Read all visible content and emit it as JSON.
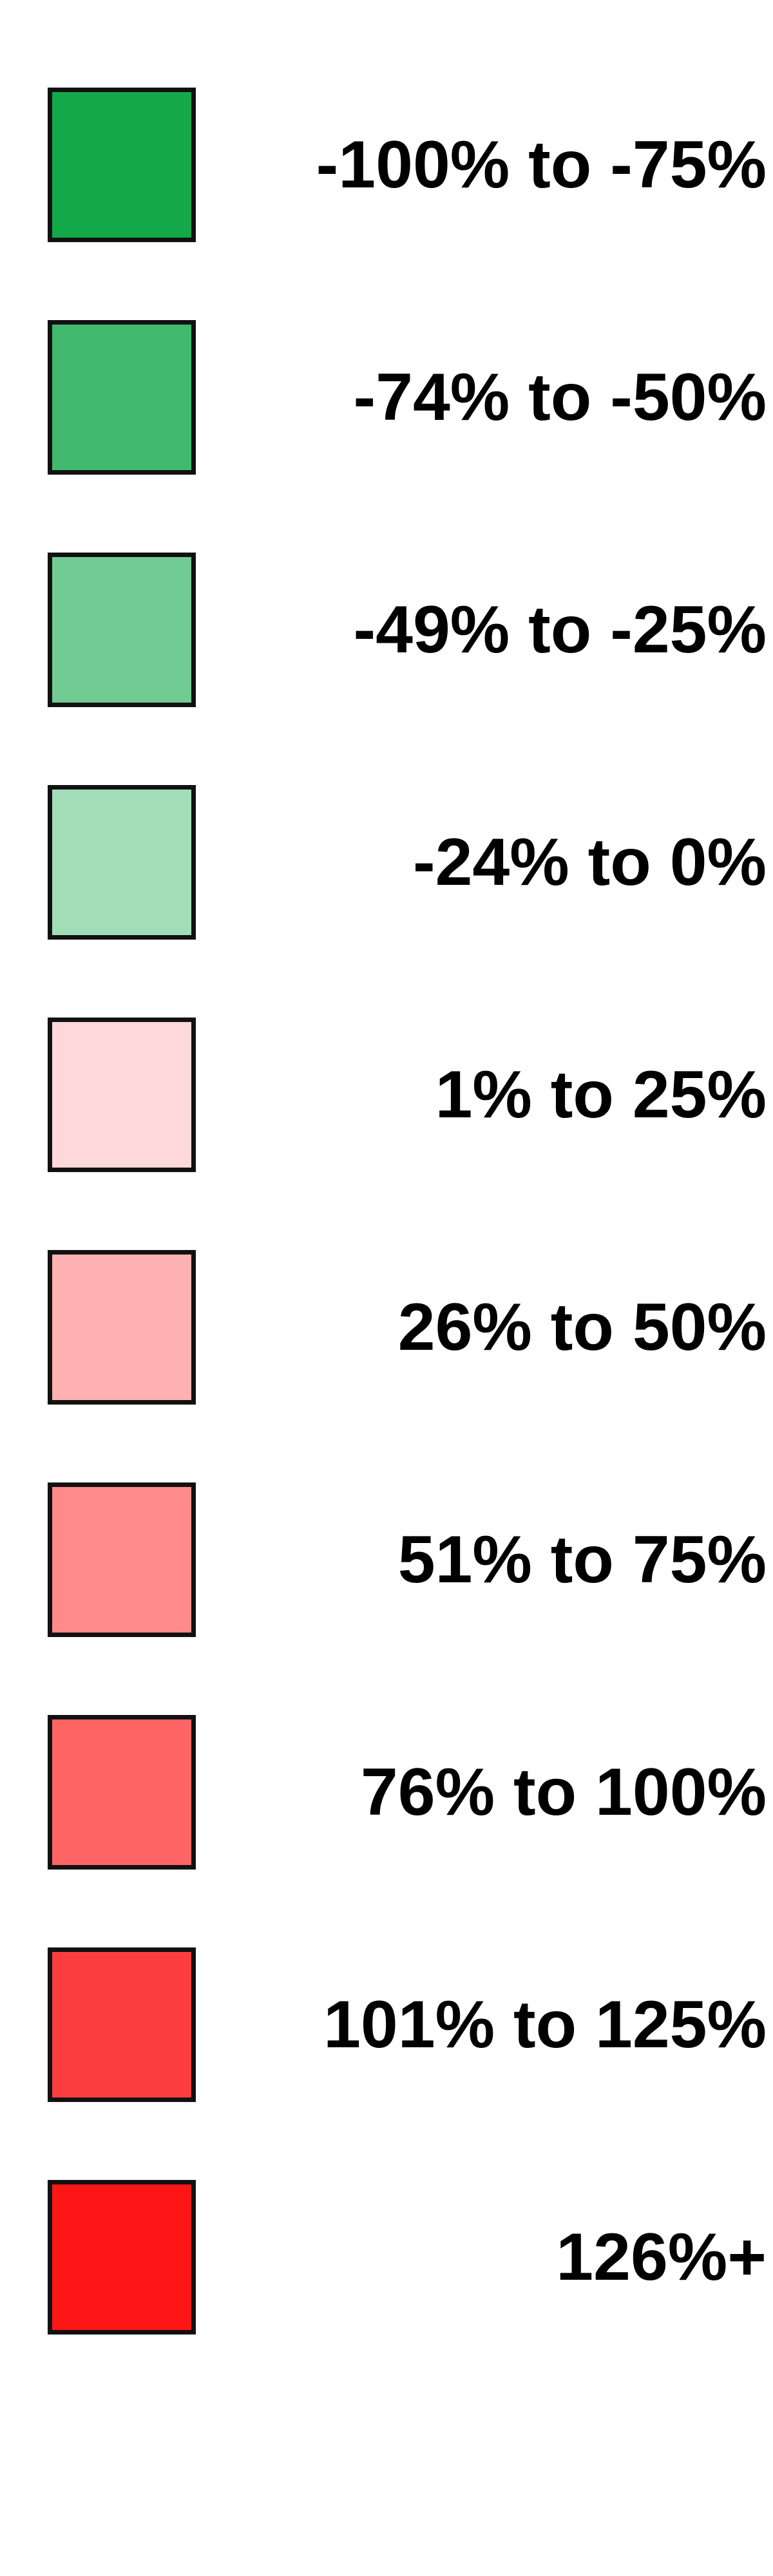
{
  "legend": {
    "items": [
      {
        "label": "-100% to -75%",
        "color": "#13a84a"
      },
      {
        "label": "-74% to -50%",
        "color": "#41ba6e"
      },
      {
        "label": "-49% to -25%",
        "color": "#71cb93"
      },
      {
        "label": "-24% to 0%",
        "color": "#a3ddb8"
      },
      {
        "label": "1% to 25%",
        "color": "#ffd9d9"
      },
      {
        "label": "26% to 50%",
        "color": "#feb1b1"
      },
      {
        "label": "51% to 75%",
        "color": "#fe8a8a"
      },
      {
        "label": "76% to 100%",
        "color": "#fe6464"
      },
      {
        "label": "101% to 125%",
        "color": "#fd3e3e"
      },
      {
        "label": "126%+",
        "color": "#fd1616"
      }
    ]
  }
}
